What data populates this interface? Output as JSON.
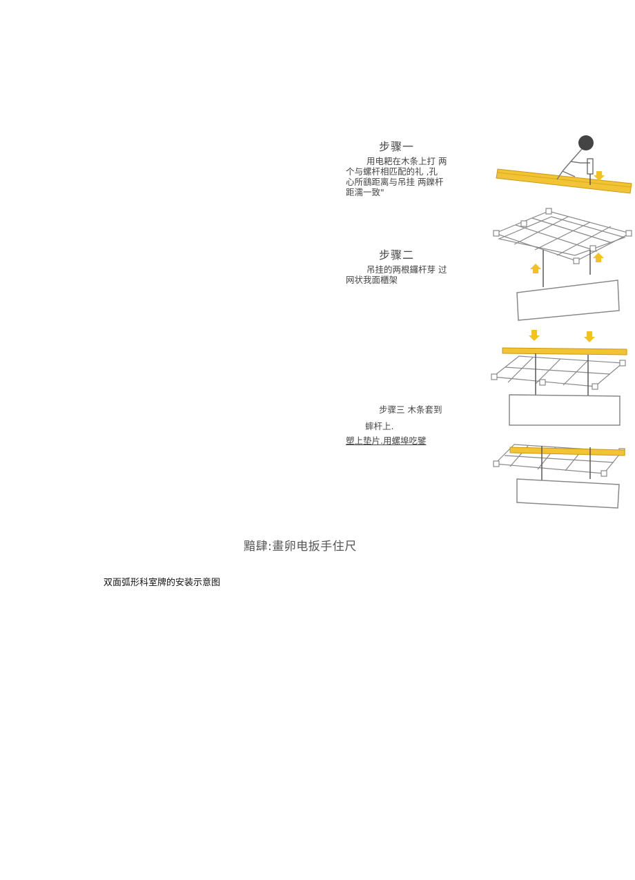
{
  "steps": [
    {
      "title": "步骤一",
      "lines": [
        "用电耙在木条上打  两",
        "个与螺杆相匹配的礼  ,孔",
        "心所鷂距离与吊挂  两鑠杆",
        "距濡一致\""
      ]
    },
    {
      "title": "步骤二",
      "lines": [
        "吊挂的两根鑼杆芽  过",
        "网状我面櫃架"
      ]
    },
    {
      "title": "步骤三  木条套到",
      "lines": [
        "蟀杆上.",
        "塑上垫片.用螺埠吃鐾"
      ]
    }
  ],
  "summary": "黯肆:畫卵电扳手住尺",
  "caption": "双面弧形科室牌的安装示意图",
  "colors": {
    "wood": "#f2c335",
    "wood_edge": "#c99a10",
    "arrow": "#f4c21c",
    "line": "#777777",
    "head": "#444444"
  }
}
